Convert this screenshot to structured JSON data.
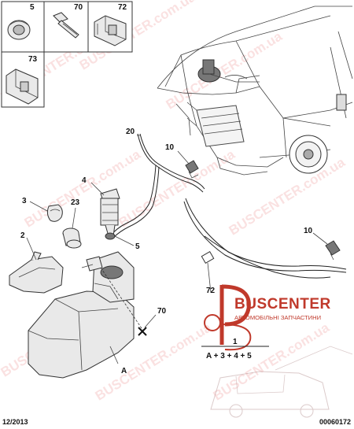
{
  "callouts": {
    "c5": "5",
    "c70": "70",
    "c72": "72",
    "c73": "73",
    "c20": "20",
    "c10a": "10",
    "c4": "4",
    "c3": "3",
    "c23": "23",
    "c5b": "5",
    "c2": "2",
    "c10b": "10",
    "c72b": "72",
    "c70b": "70",
    "cA": "A",
    "c1": "1"
  },
  "formula": "A + 3 + 4 + 5",
  "brand": {
    "name": "BUSCENTER",
    "tagline": "АВТОМОБІЛЬНІ ЗАПЧАСТИНИ"
  },
  "watermark": "BUSCENTER.com.ua",
  "footer": {
    "date": "12/2013",
    "code": "00060172"
  },
  "colors": {
    "accent": "#c0392b",
    "line": "#222222",
    "part_fill": "#e9e9e9"
  }
}
